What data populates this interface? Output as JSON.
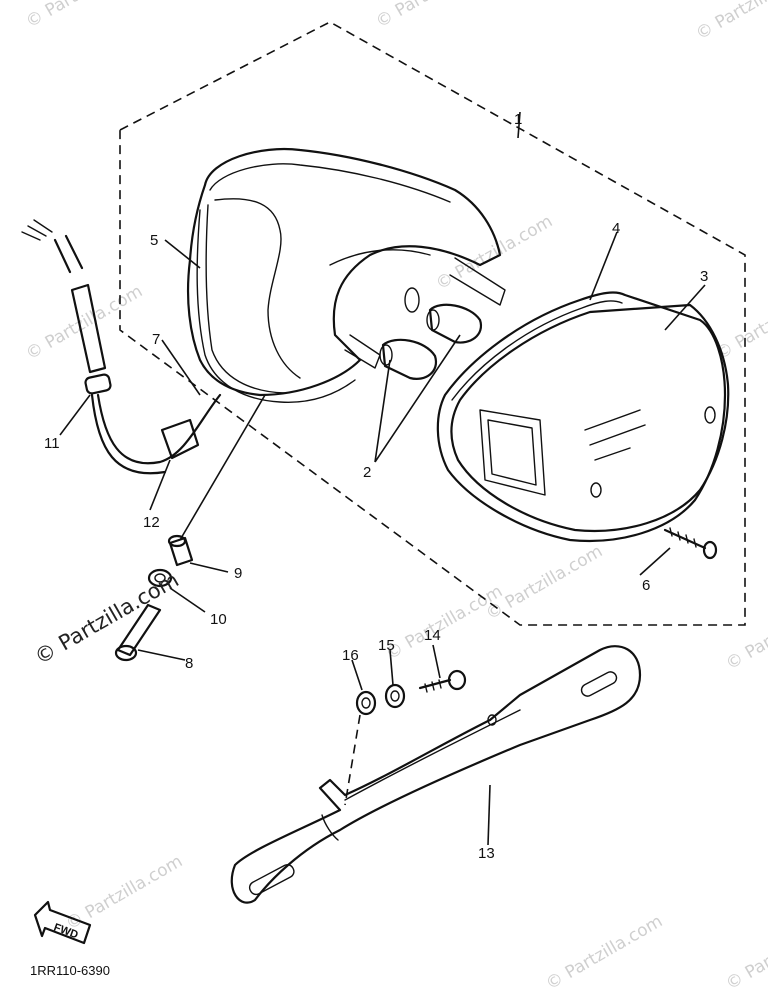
{
  "callouts": [
    {
      "id": "1",
      "text": "1"
    },
    {
      "id": "2",
      "text": "2"
    },
    {
      "id": "3",
      "text": "3"
    },
    {
      "id": "4",
      "text": "4"
    },
    {
      "id": "5",
      "text": "5"
    },
    {
      "id": "6",
      "text": "6"
    },
    {
      "id": "7",
      "text": "7"
    },
    {
      "id": "8",
      "text": "8"
    },
    {
      "id": "9",
      "text": "9"
    },
    {
      "id": "10",
      "text": "10"
    },
    {
      "id": "11",
      "text": "11"
    },
    {
      "id": "12",
      "text": "12"
    },
    {
      "id": "13",
      "text": "13"
    },
    {
      "id": "14",
      "text": "14"
    },
    {
      "id": "15",
      "text": "15"
    },
    {
      "id": "16",
      "text": "16"
    }
  ],
  "direction_arrow": "FWD",
  "diagram_code": "1RR110-6390",
  "watermark": {
    "main": "© Partzilla.com",
    "repeat": "© Partzilla.com"
  }
}
